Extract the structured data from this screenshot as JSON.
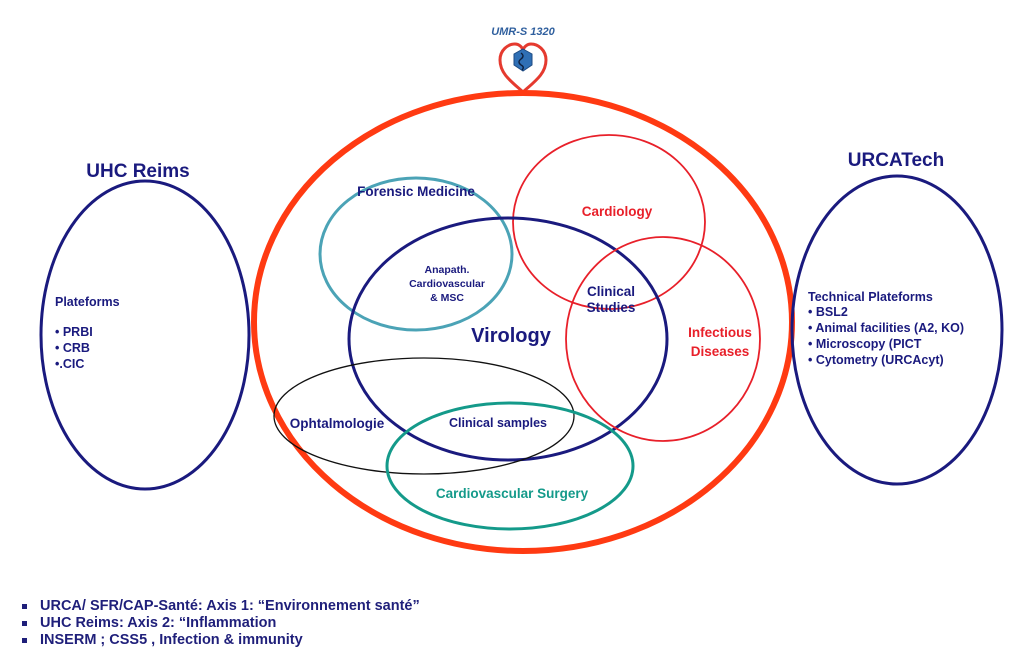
{
  "logo": {
    "text": "UMR-S 1320",
    "heart_color": "#e53a2f",
    "hex_color": "#2f6fb5",
    "icon": "dna-hexagon-heart-icon"
  },
  "left": {
    "title": "UHC Reims",
    "heading": "Plateforms",
    "items": [
      "• PRBI",
      "• CRB",
      "•.CIC"
    ]
  },
  "right": {
    "title": "URCATech",
    "heading": "Technical Plateforms",
    "items": [
      "• BSL2",
      "• Animal facilities (A2, KO)",
      "• Microscopy (PICT",
      "• Cytometry  (URCAcyt)"
    ]
  },
  "center": {
    "forensic": "Forensic  Medicine",
    "cardiology": "Cardiology",
    "anapath": [
      "Anapath.",
      "Cardiovascular",
      "& MSC"
    ],
    "clinical_studies": [
      "Clinical",
      "Studies"
    ],
    "virology": "Virology",
    "infectious": [
      "Infectious",
      "Diseases"
    ],
    "ophtalmologie": "Ophtalmologie",
    "clinical_samples": "Clinical samples",
    "cardio_surgery": "Cardiovascular  Surgery"
  },
  "bullets": [
    "URCA/ SFR/CAP-Santé: Axis 1: “Environnement santé”",
    "UHC Reims: Axis 2: “Inflammation",
    "INSERM ; CSS5 , Infection & immunity"
  ],
  "colors": {
    "navy": "#1a1a7e",
    "orange_red": "#ff3a12",
    "teal_blue": "#4ba3b6",
    "red": "#e8202a",
    "green_teal": "#149a8a",
    "black": "#111111",
    "bullet_text": "#1f1f7a"
  }
}
